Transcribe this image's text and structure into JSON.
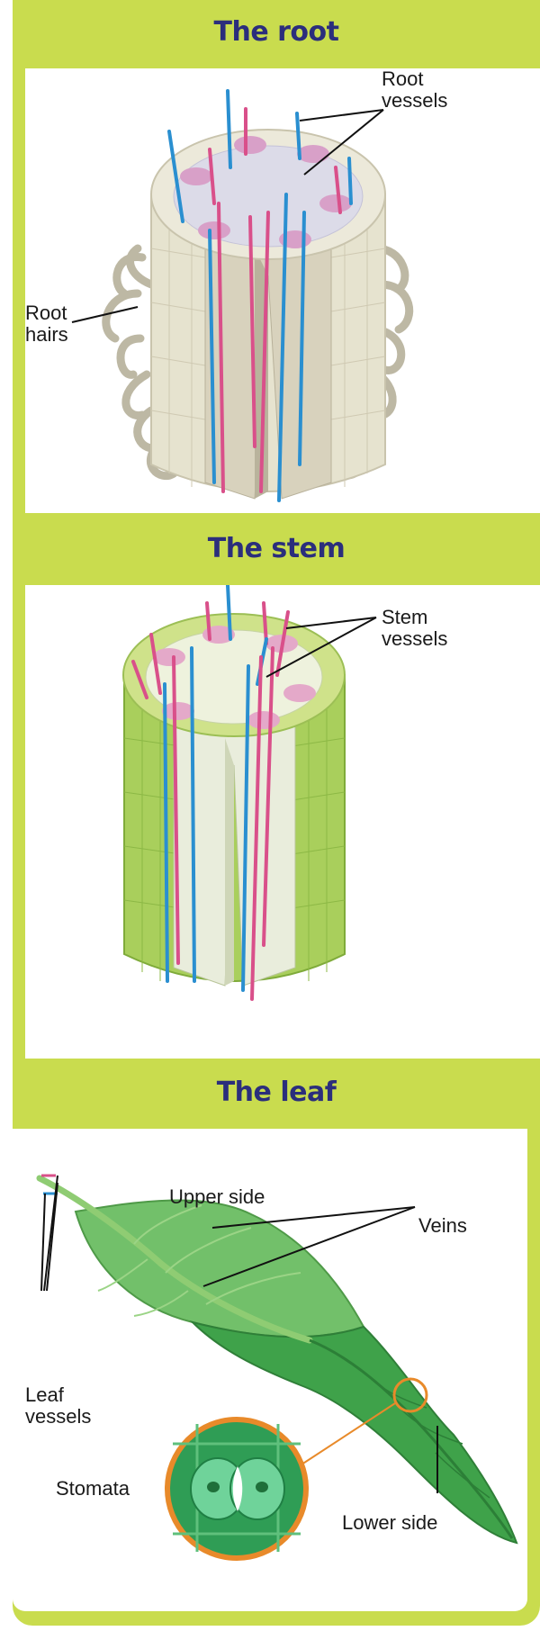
{
  "sections": {
    "root": {
      "title": "The root",
      "labels": {
        "vessels": "Root\nvessels",
        "hairs": "Root\nhairs"
      }
    },
    "stem": {
      "title": "The stem",
      "labels": {
        "vessels": "Stem\nvessels"
      }
    },
    "leaf": {
      "title": "The leaf",
      "labels": {
        "upper": "Upper side",
        "veins": "Veins",
        "vessels": "Leaf\nvessels",
        "stomata": "Stomata",
        "lower": "Lower side"
      }
    }
  },
  "colors": {
    "frame": "#c9dc4e",
    "title": "#2b2e7c",
    "vessel_blue": "#2a8fd0",
    "vessel_pink": "#d9508a",
    "root_tissue": "#e6e3cf",
    "stem_tissue": "#a9cf5c",
    "leaf": "#5fb55a",
    "stomata_ring": "#e88a2a"
  },
  "icons": [
    "root-cross-section",
    "stem-cross-section",
    "leaf-illustration",
    "stomata-closeup"
  ]
}
